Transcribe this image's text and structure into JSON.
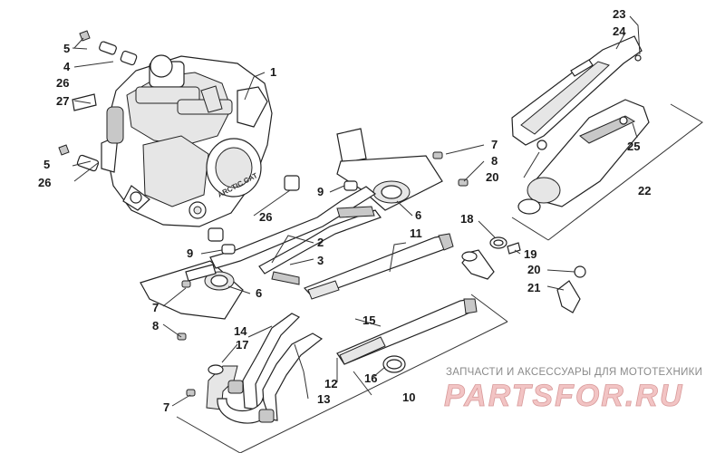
{
  "diagram": {
    "callouts": [
      {
        "id": "c1",
        "label": "1"
      },
      {
        "id": "c2",
        "label": "2"
      },
      {
        "id": "c3",
        "label": "3"
      },
      {
        "id": "c4",
        "label": "4"
      },
      {
        "id": "c5a",
        "label": "5"
      },
      {
        "id": "c5b",
        "label": "5"
      },
      {
        "id": "c6a",
        "label": "6"
      },
      {
        "id": "c6b",
        "label": "6"
      },
      {
        "id": "c7a",
        "label": "7"
      },
      {
        "id": "c7b",
        "label": "7"
      },
      {
        "id": "c7c",
        "label": "7"
      },
      {
        "id": "c8a",
        "label": "8"
      },
      {
        "id": "c8b",
        "label": "8"
      },
      {
        "id": "c9a",
        "label": "9"
      },
      {
        "id": "c9b",
        "label": "9"
      },
      {
        "id": "c10",
        "label": "10"
      },
      {
        "id": "c11",
        "label": "11"
      },
      {
        "id": "c12",
        "label": "12"
      },
      {
        "id": "c13",
        "label": "13"
      },
      {
        "id": "c14",
        "label": "14"
      },
      {
        "id": "c15",
        "label": "15"
      },
      {
        "id": "c16",
        "label": "16"
      },
      {
        "id": "c17",
        "label": "17"
      },
      {
        "id": "c18",
        "label": "18"
      },
      {
        "id": "c19",
        "label": "19"
      },
      {
        "id": "c20a",
        "label": "20"
      },
      {
        "id": "c20b",
        "label": "20"
      },
      {
        "id": "c21",
        "label": "21"
      },
      {
        "id": "c22",
        "label": "22"
      },
      {
        "id": "c23",
        "label": "23"
      },
      {
        "id": "c24",
        "label": "24"
      },
      {
        "id": "c25",
        "label": "25"
      },
      {
        "id": "c26a",
        "label": "26"
      },
      {
        "id": "c26b",
        "label": "26"
      },
      {
        "id": "c26c",
        "label": "26"
      },
      {
        "id": "c27",
        "label": "27"
      }
    ]
  },
  "engine_badge": "ARCTIC CAT",
  "watermark": {
    "caption": "ЗАПЧАСТИ И АКСЕССУАРЫ ДЛЯ МОТОТЕХНИКИ",
    "logo": "PARTSFOR.RU"
  }
}
